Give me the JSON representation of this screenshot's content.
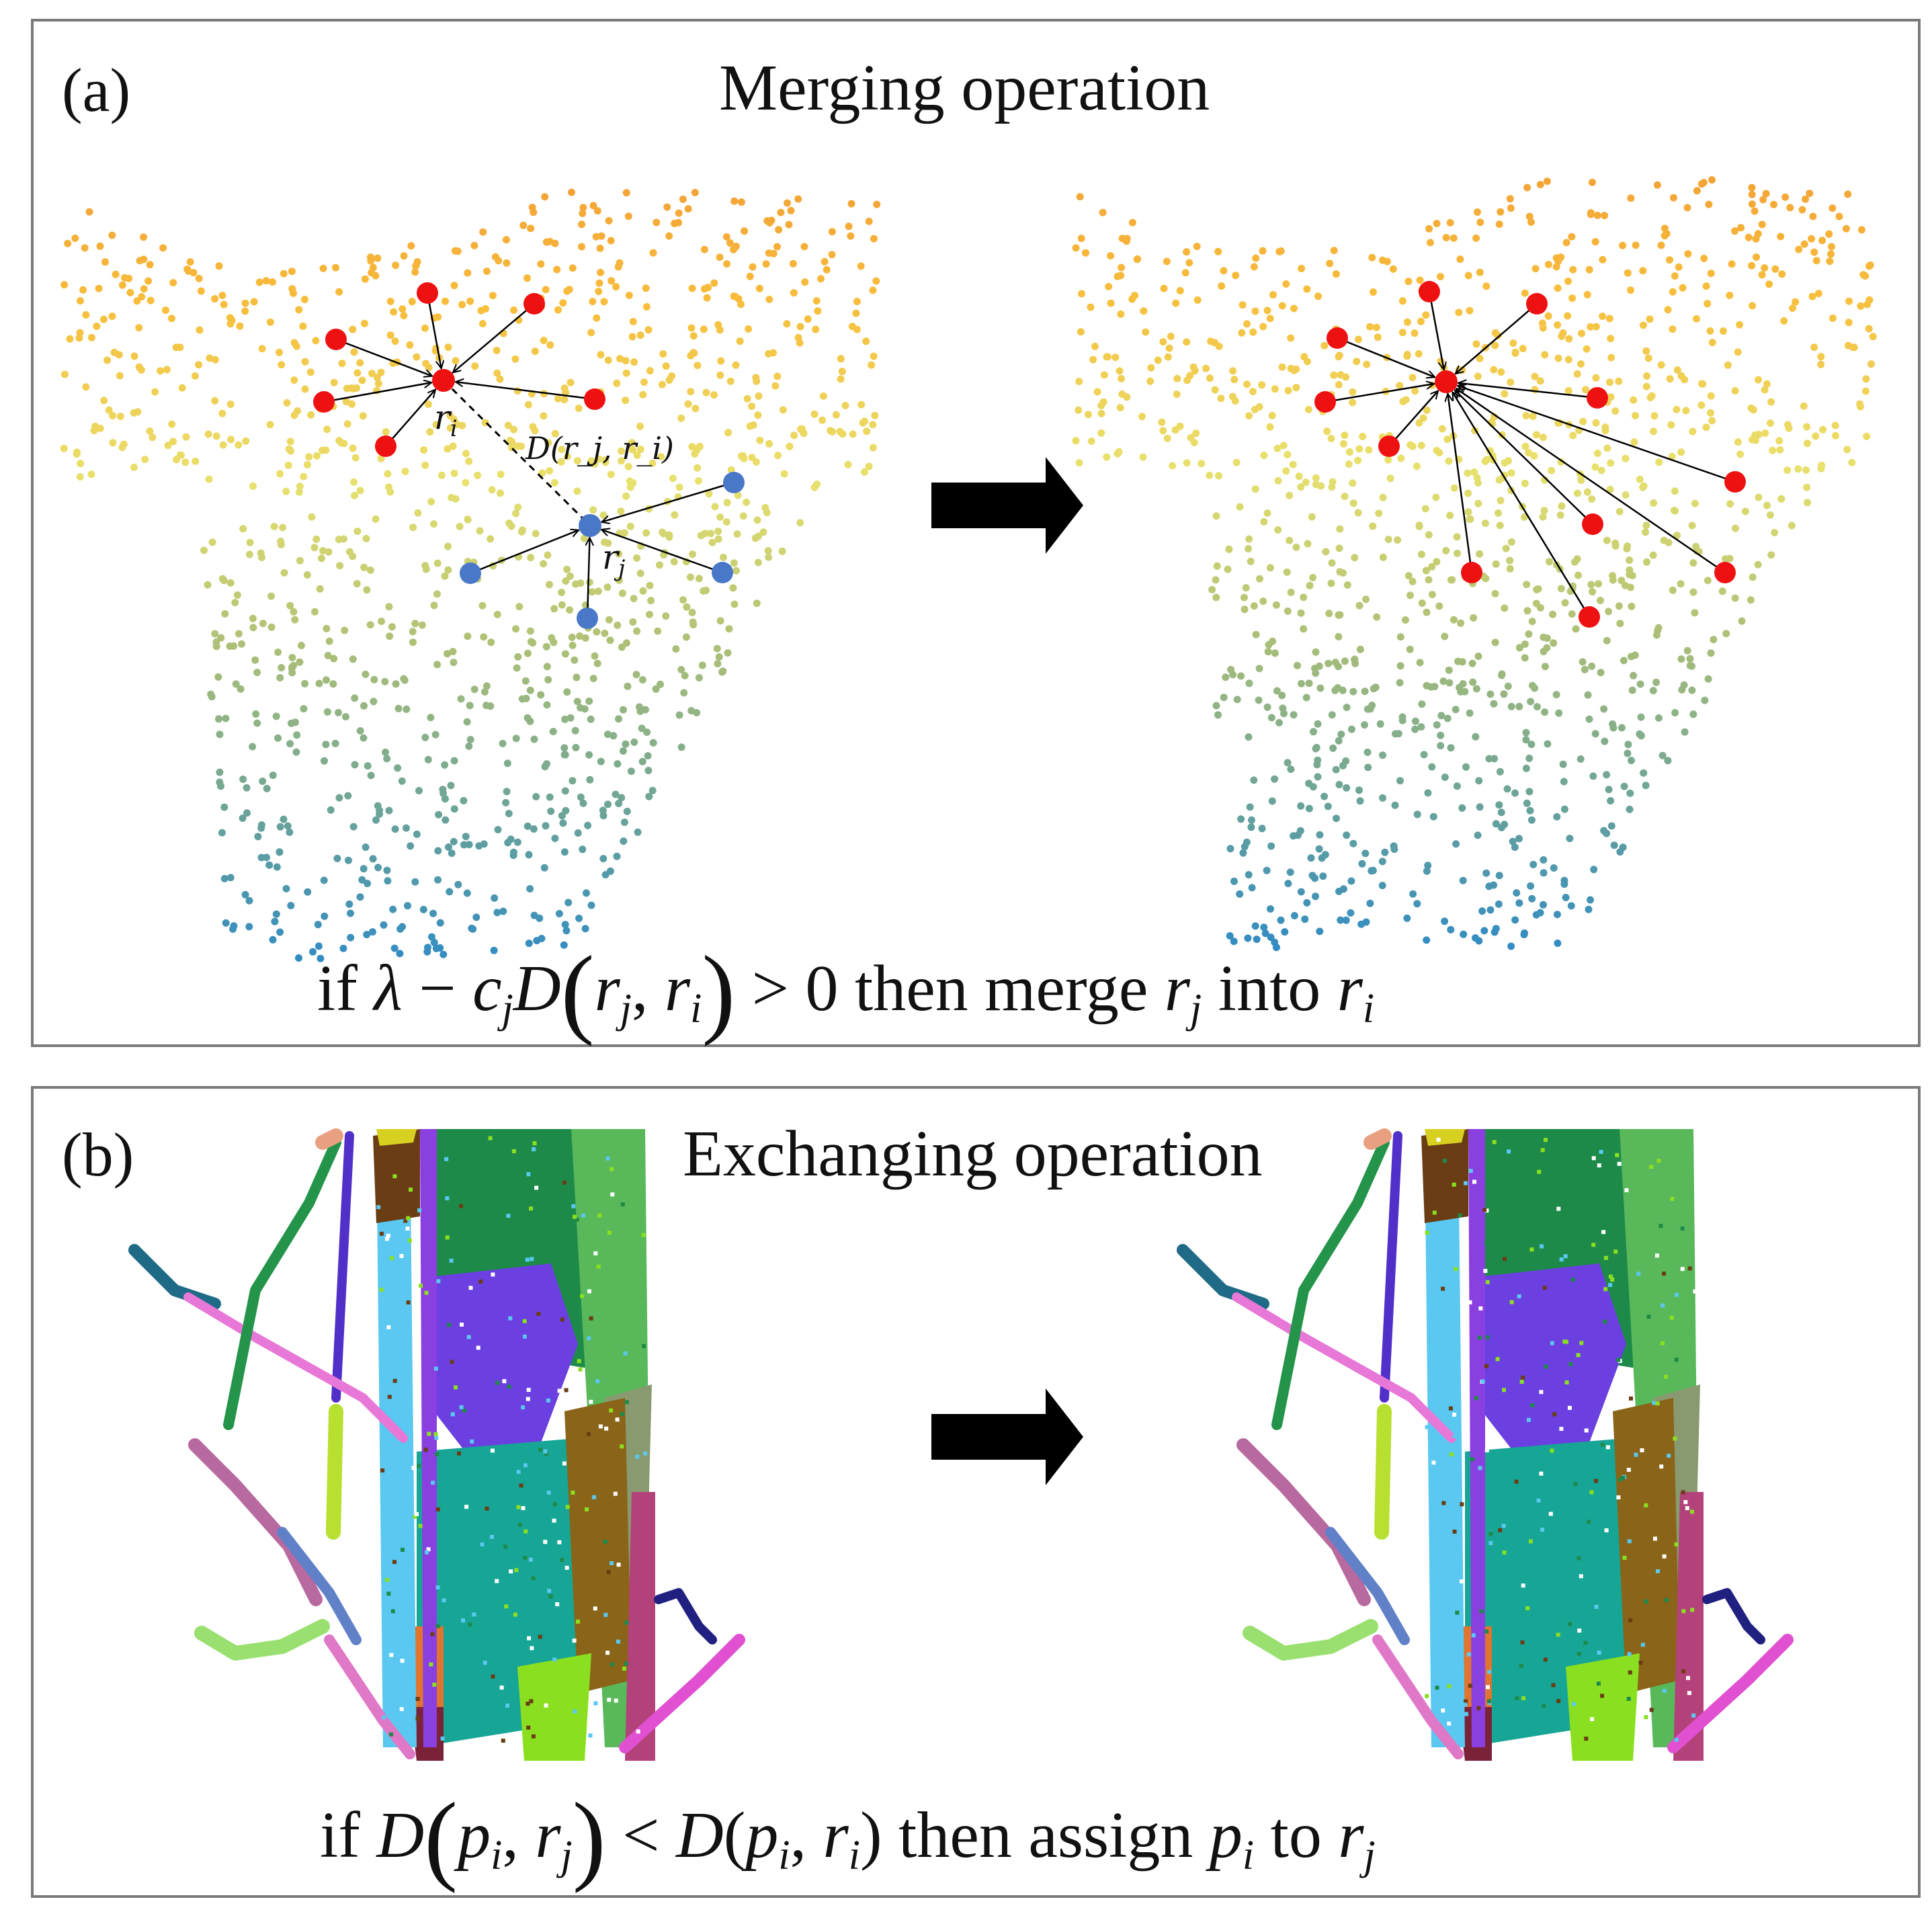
{
  "panel_a": {
    "label": "(a)",
    "title": "Merging operation",
    "formula": {
      "lead": "if ",
      "lambda": "λ",
      "minus": " − ",
      "c": "c",
      "c_sub": "j",
      "D": "D",
      "r1": "r",
      "r1_sub": "j",
      "comma": ", ",
      "r2": "r",
      "r2_sub": "i",
      "rest": " > 0 then merge ",
      "r3": "r",
      "r3_sub": "j",
      "into": " into ",
      "r4": "r",
      "r4_sub": "i"
    },
    "annotations": {
      "ri_base": "r",
      "ri_sub": "i",
      "rj_base": "r",
      "rj_sub": "j",
      "dist": "D(r_j, r_i)"
    }
  },
  "panel_b": {
    "label": "(b)",
    "title": "Exchanging operation",
    "formula": {
      "lead": "if ",
      "D1": "D",
      "p1": "p",
      "p1_sub": "i",
      "comma1": ", ",
      "r1": "r",
      "r1_sub": "j",
      "lt": " < ",
      "D2": "D",
      "open2": "(",
      "p2": "p",
      "p2_sub": "i",
      "comma2": ", ",
      "r2": "r",
      "r2_sub": "i",
      "close2": ")",
      "rest": " then assign ",
      "p3": "p",
      "p3_sub": "i",
      "to": " to ",
      "r3": "r",
      "r3_sub": "j"
    }
  },
  "colors": {
    "red_node": "#ee1111",
    "blue_node": "#4a78c8",
    "arrow": "#000000",
    "border": "#7a7a7a"
  }
}
